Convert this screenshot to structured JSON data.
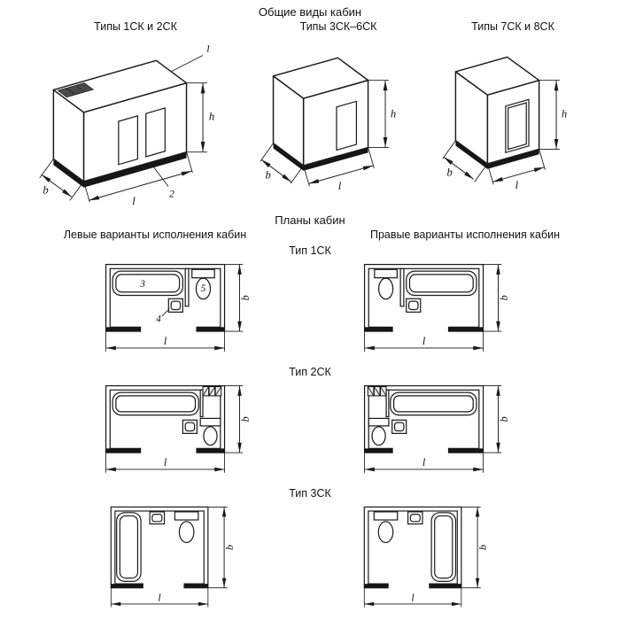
{
  "titles": {
    "general_views": "Общие виды кабин",
    "plans": "Планы кабин",
    "left_variants": "Левые варианты исполнения кабин",
    "right_variants": "Правые варианты исполнения кабин"
  },
  "iso_views": [
    {
      "label": "Типы 1СК и 2СК"
    },
    {
      "label": "Типы 3СК–6СК"
    },
    {
      "label": "Типы 7СК и 8СК"
    }
  ],
  "plan_rows": [
    {
      "label": "Тип 1СК"
    },
    {
      "label": "Тип 2СК"
    },
    {
      "label": "Тип 3СК"
    }
  ],
  "dim_labels": {
    "height": "h",
    "depth": "b",
    "length": "l"
  },
  "callout_labels": {
    "c1": "1",
    "c2": "2",
    "c3": "3",
    "c4": "4",
    "c5": "5"
  },
  "line_color": "#1a1a1a",
  "background": "#ffffff"
}
